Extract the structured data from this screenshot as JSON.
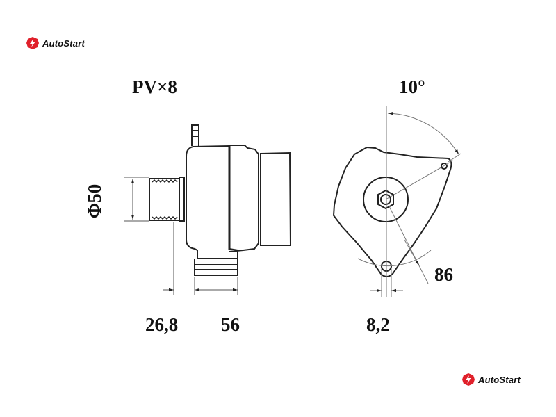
{
  "brand": {
    "name": "AutoStart",
    "color": "#e0202a"
  },
  "labels": {
    "belt": "PV×8",
    "angle": "10°",
    "pulley_diameter": "Φ50",
    "dim_pulley_offset": "26,8",
    "dim_mount": "56",
    "dim_hole": "8,2",
    "dim_radius": "86"
  }
}
